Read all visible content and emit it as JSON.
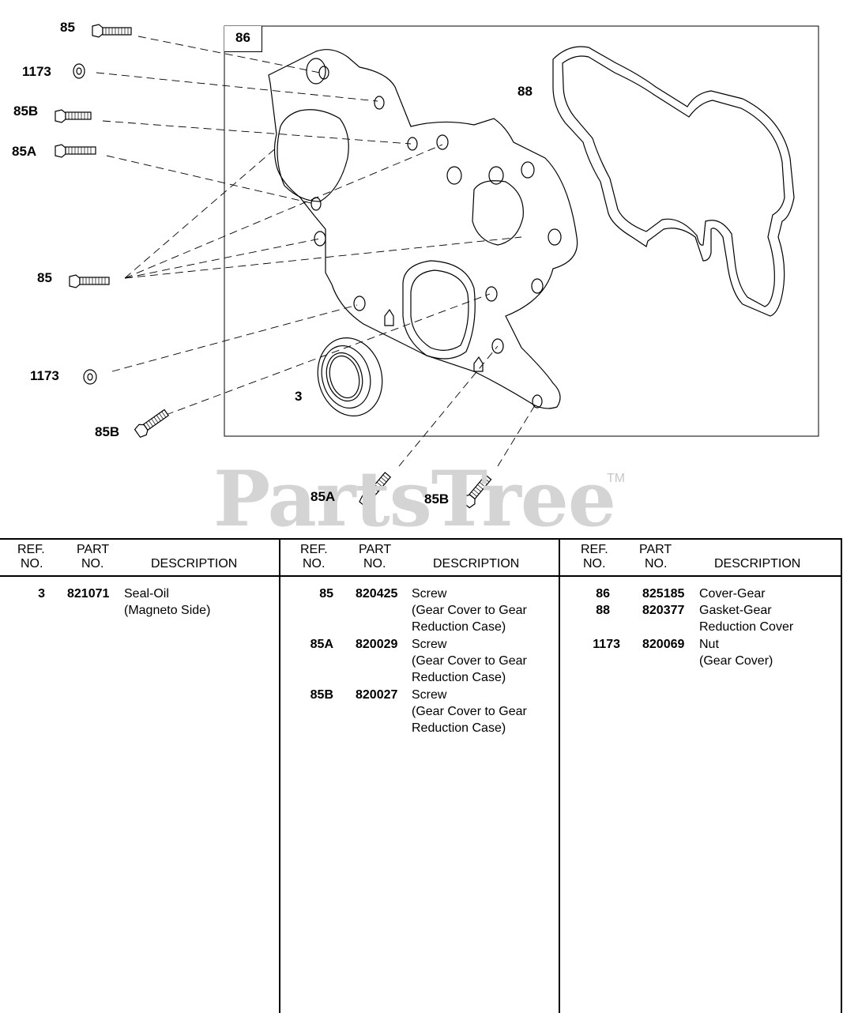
{
  "diagram": {
    "box_label": "86",
    "callouts": {
      "c85_top": "85",
      "c1173_top": "1173",
      "c85B_top": "85B",
      "c85A_top": "85A",
      "c88": "88",
      "c85_mid": "85",
      "c1173_bottom": "1173",
      "c3": "3",
      "c85B_bottom": "85B",
      "c85A_bottom": "85A",
      "c85B_bottom_right": "85B"
    },
    "watermark": "PartsTree",
    "trademark": "TM"
  },
  "table": {
    "headers": {
      "ref_line1": "REF.",
      "ref_line2": "NO.",
      "part_line1": "PART",
      "part_line2": "NO.",
      "description": "DESCRIPTION"
    },
    "columns": [
      [
        {
          "ref": "3",
          "part": "821071",
          "desc": [
            "Seal-Oil",
            "(Magneto Side)"
          ]
        }
      ],
      [
        {
          "ref": "85",
          "part": "820425",
          "desc": [
            "Screw",
            "(Gear Cover to Gear",
            "Reduction Case)"
          ]
        },
        {
          "ref": "85A",
          "part": "820029",
          "desc": [
            "Screw",
            "(Gear Cover to Gear",
            "Reduction Case)"
          ]
        },
        {
          "ref": "85B",
          "part": "820027",
          "desc": [
            "Screw",
            "(Gear Cover to Gear",
            "Reduction Case)"
          ]
        }
      ],
      [
        {
          "ref": "86",
          "part": "825185",
          "desc": [
            "Cover-Gear"
          ]
        },
        {
          "ref": "88",
          "part": "820377",
          "desc": [
            "Gasket-Gear",
            "Reduction Cover"
          ]
        },
        {
          "ref": "1173",
          "part": "820069",
          "desc": [
            "Nut",
            "(Gear Cover)"
          ]
        }
      ]
    ]
  }
}
